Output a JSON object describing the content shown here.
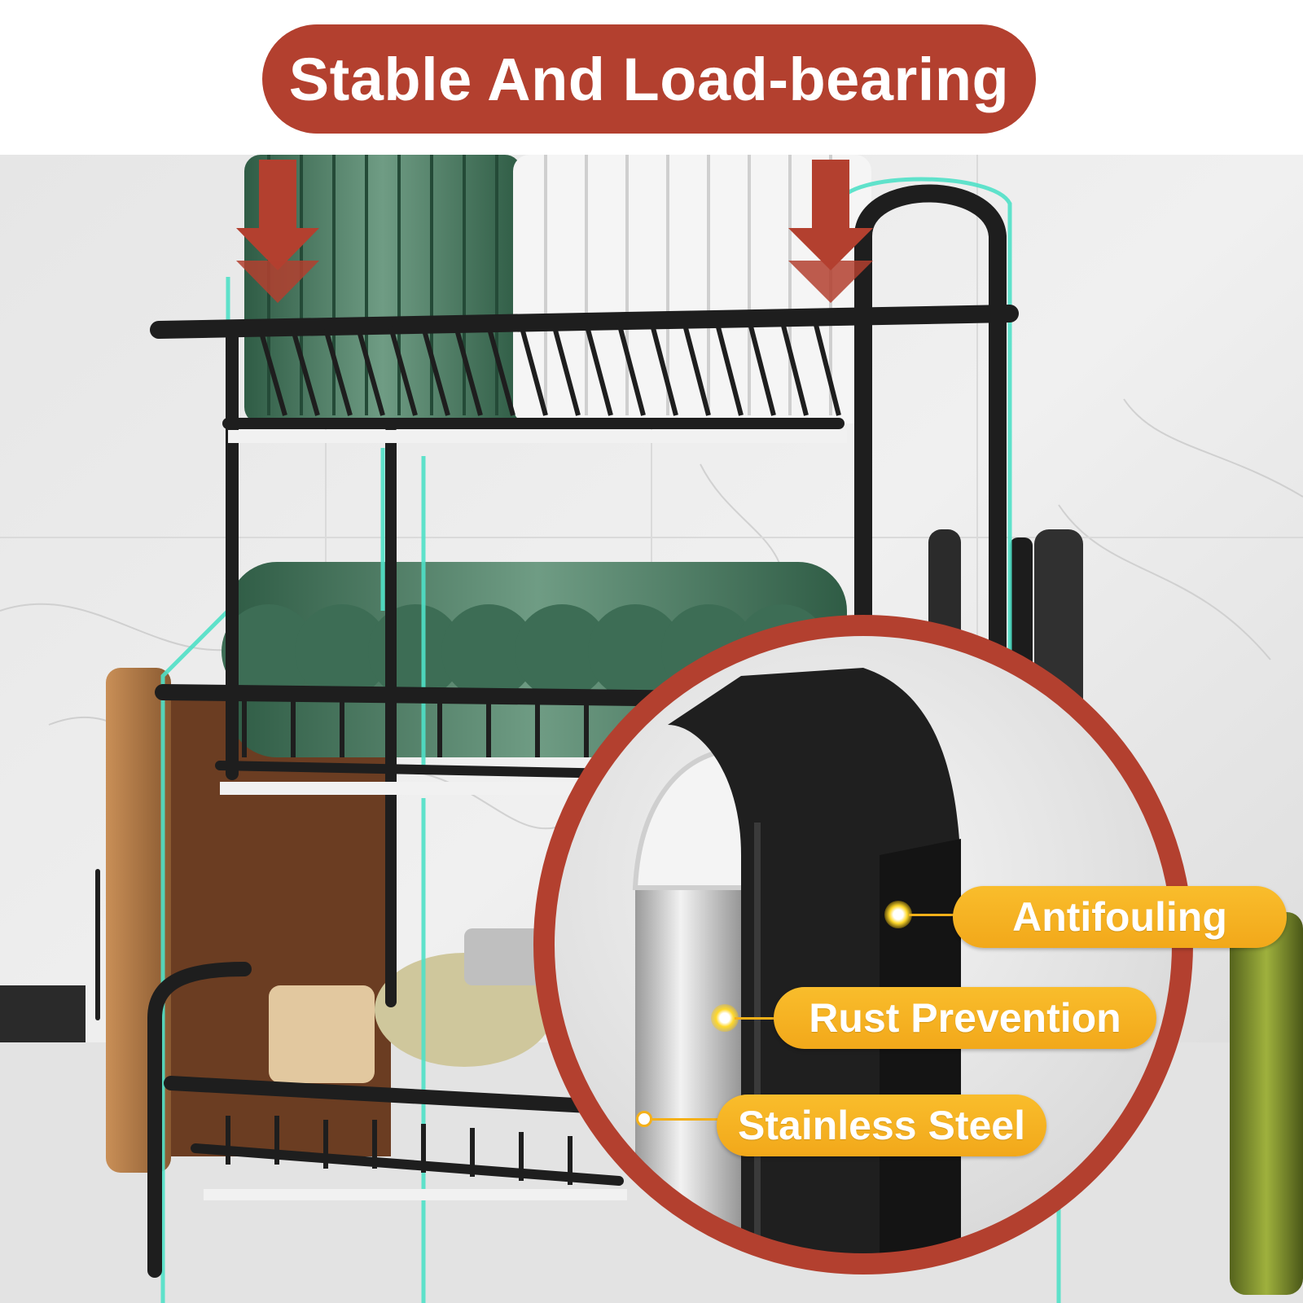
{
  "banner": {
    "title": "Stable And Load-bearing"
  },
  "features": {
    "antifouling": "Antifouling",
    "rust_prevention": "Rust Prevention",
    "stainless_steel": "Stainless Steel"
  },
  "icons": {
    "arrow_left": "down-arrow-icon",
    "arrow_right": "down-arrow-icon",
    "indicator_dots": "indicator-dot-icon"
  },
  "colors": {
    "banner_bg": "#b3402f",
    "feature_bg": "#f4b019",
    "rack_black": "#1e1e1e",
    "outline_teal": "#4fe0c6",
    "plate_green": "#4a7a62"
  }
}
